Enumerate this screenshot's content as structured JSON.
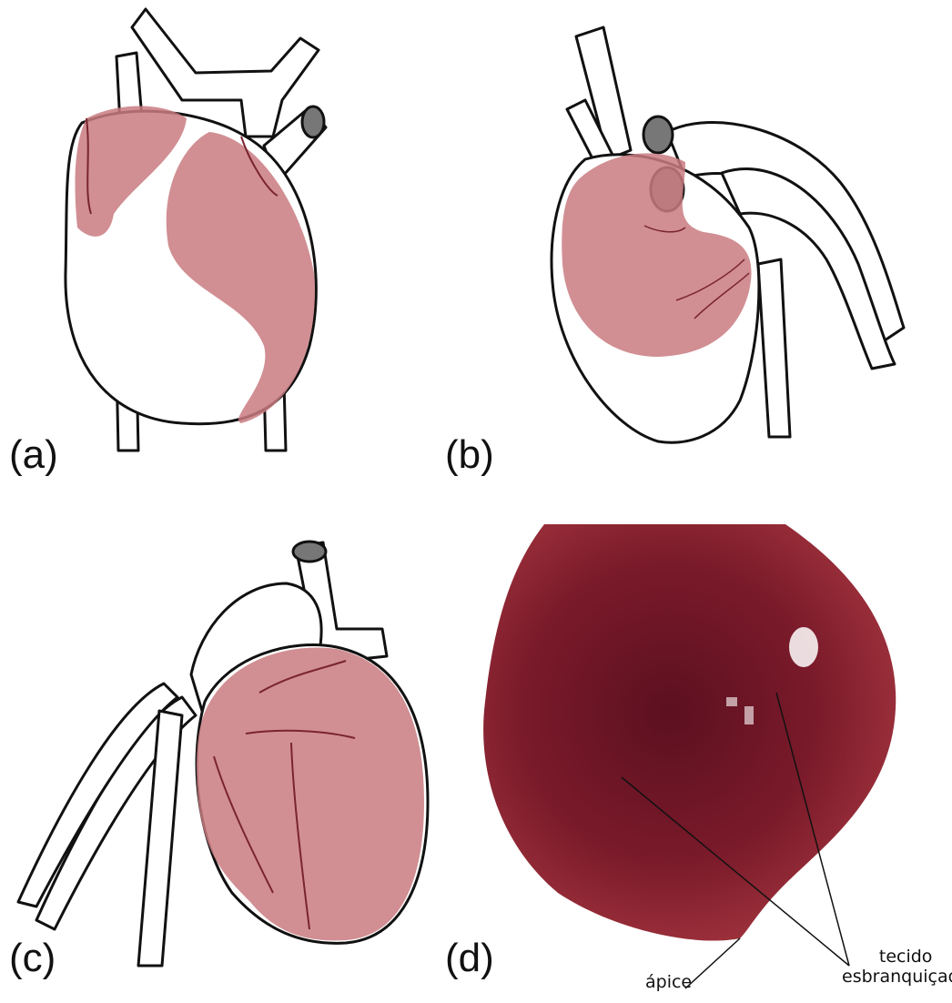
{
  "panels": [
    {
      "id": "a",
      "label": "(a)"
    },
    {
      "id": "b",
      "label": "(b)"
    },
    {
      "id": "c",
      "label": "(c)"
    },
    {
      "id": "d",
      "label": "(d)"
    }
  ],
  "annotations": {
    "apex": "ápice",
    "whitish_tissue_line1": "tecido",
    "whitish_tissue_line2": "esbranquiçado"
  },
  "colors": {
    "highlight": "#c97b80",
    "outline": "#111111",
    "vessel_cut": "#777777",
    "heart_photo": "#7a1a2a"
  },
  "icons": [
    "heart-anterior-drawing",
    "heart-lateral-drawing",
    "heart-posterior-drawing",
    "heart-photograph"
  ]
}
